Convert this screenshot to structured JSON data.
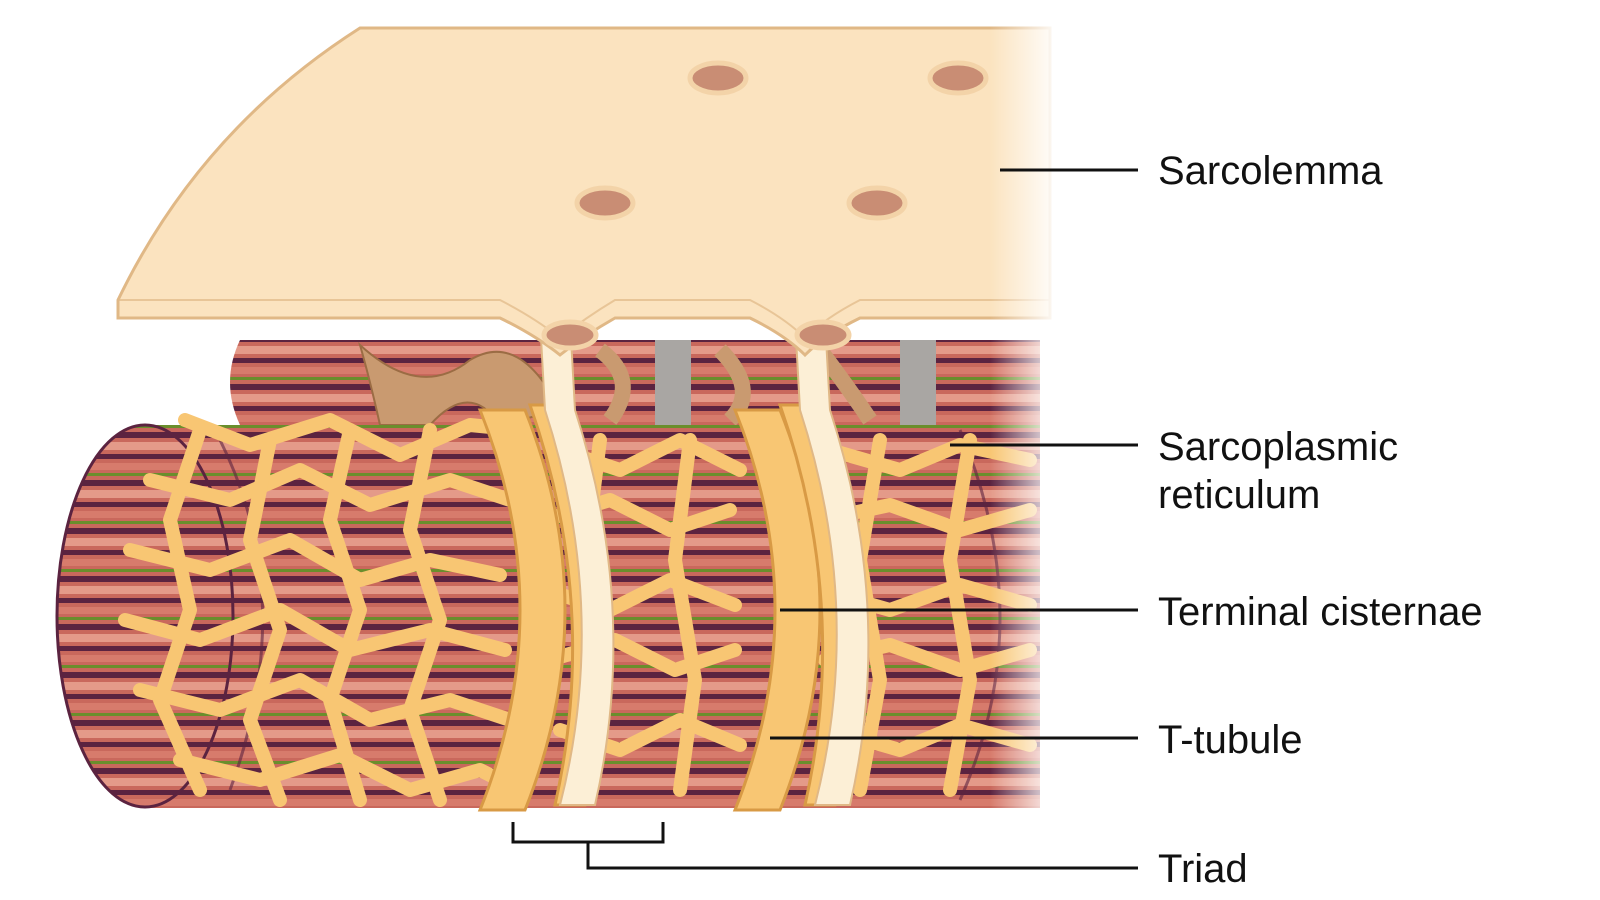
{
  "labels": {
    "sarcolemma": "Sarcolemma",
    "sr_line1": "Sarcoplasmic",
    "sr_line2": "reticulum",
    "terminal_cisternae": "Terminal cisternae",
    "t_tubule": "T-tubule",
    "triad": "Triad"
  },
  "colors": {
    "sarcolemma_fill": "#fbe3bf",
    "sarcolemma_edge": "#e0b886",
    "reticulum": "#f8c673",
    "reticulum_edge": "#d89a45",
    "t_tubule": "#fcefd6",
    "fiber_red": "#c9685c",
    "fiber_pink": "#e49a89",
    "fiber_purple": "#5b2340",
    "fiber_green": "#6a8e2c",
    "fiber_tan": "#c99a70",
    "fiber_gray": "#a9a6a3",
    "leader": "#111111"
  }
}
